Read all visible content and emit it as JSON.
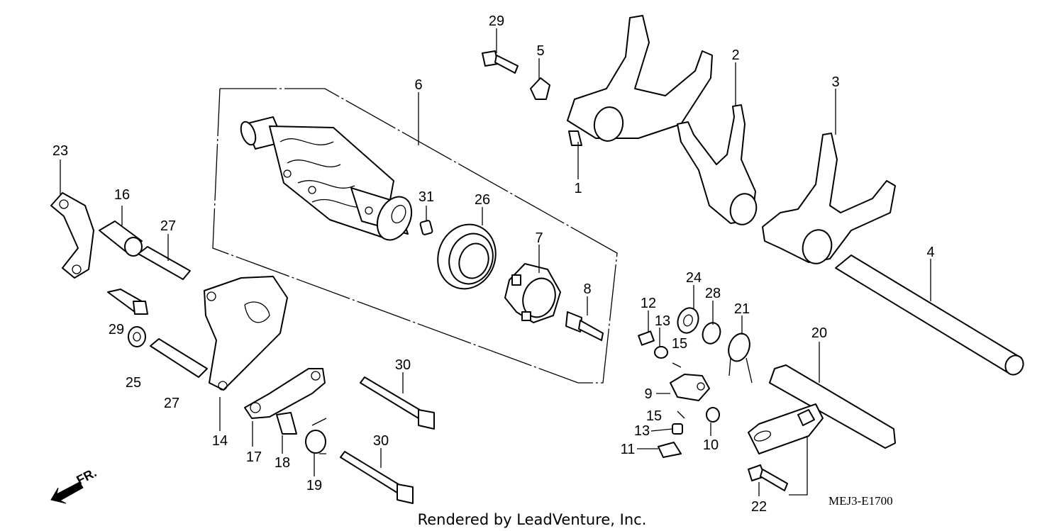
{
  "diagram": {
    "code": "MEJ3-E1700",
    "credit": "Rendered by LeadVenture, Inc.",
    "direction_label": "FR.",
    "callouts": [
      "1",
      "2",
      "3",
      "4",
      "5",
      "6",
      "7",
      "8",
      "9",
      "10",
      "11",
      "12",
      "13",
      "13",
      "14",
      "15",
      "15",
      "16",
      "17",
      "18",
      "19",
      "20",
      "21",
      "22",
      "23",
      "24",
      "25",
      "26",
      "27",
      "27",
      "28",
      "29",
      "29",
      "30",
      "30",
      "31"
    ]
  }
}
